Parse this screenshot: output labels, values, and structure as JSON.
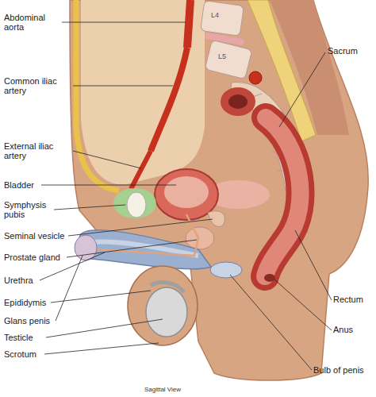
{
  "diagram": {
    "caption": "Sagittal View",
    "labels": [
      "Abdominal aorta",
      "Common iliac artery",
      "External iliac artery",
      "Bladder",
      "Symphysis pubis",
      "Seminal vesicle",
      "Prostate gland",
      "Urethra",
      "Epididymis",
      "Glans penis",
      "Testicle",
      "Scrotum",
      "Sacrum",
      "Rectum",
      "Anus",
      "Bulb of penis",
      "L4",
      "L5"
    ]
  }
}
